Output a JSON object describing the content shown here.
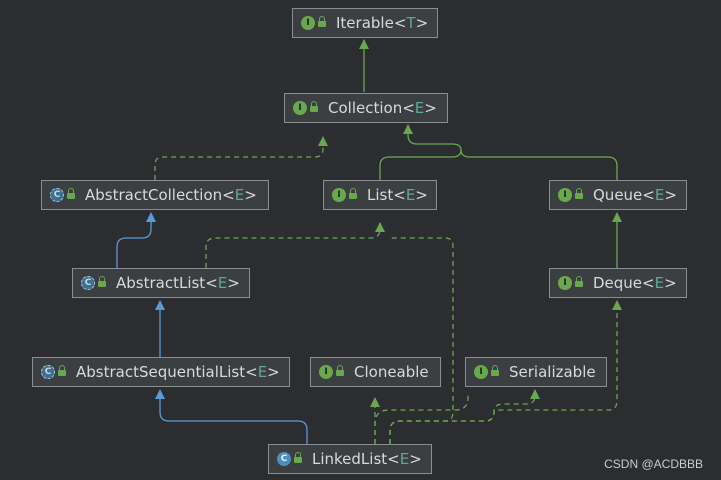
{
  "nodes": {
    "iterable": {
      "kind": "I",
      "name": "Iterable",
      "open": "<",
      "param": "T",
      "close": ">"
    },
    "collection": {
      "kind": "I",
      "name": "Collection",
      "open": "<",
      "param": "E",
      "close": ">"
    },
    "abstract_collection": {
      "kind": "C",
      "name": "AbstractCollection",
      "open": "<",
      "param": "E",
      "close": ">"
    },
    "list": {
      "kind": "I",
      "name": "List",
      "open": "<",
      "param": "E",
      "close": ">"
    },
    "queue": {
      "kind": "I",
      "name": "Queue",
      "open": "<",
      "param": "E",
      "close": ">"
    },
    "abstract_list": {
      "kind": "C",
      "name": "AbstractList",
      "open": "<",
      "param": "E",
      "close": ">"
    },
    "deque": {
      "kind": "I",
      "name": "Deque",
      "open": "<",
      "param": "E",
      "close": ">"
    },
    "abstract_sequential_list": {
      "kind": "C",
      "name": "AbstractSequentialList",
      "open": "<",
      "param": "E",
      "close": ">"
    },
    "cloneable": {
      "kind": "I",
      "name": "Cloneable"
    },
    "serializable": {
      "kind": "I",
      "name": "Serializable"
    },
    "linked_list": {
      "kind": "C",
      "name": "LinkedList",
      "open": "<",
      "param": "E",
      "close": ">"
    }
  },
  "colors": {
    "background": "#2b2d30",
    "node_fill": "#3c3f41",
    "node_border": "#8a8d91",
    "interface_edge": "#6aa84f",
    "class_edge": "#5b9bd5",
    "type_param": "#5fa59a"
  },
  "icons": {
    "interface": "interface-icon",
    "abstract_class": "abstract-class-icon",
    "class": "class-icon",
    "visibility": "lock-icon"
  },
  "watermark": "CSDN @ACDBBB"
}
